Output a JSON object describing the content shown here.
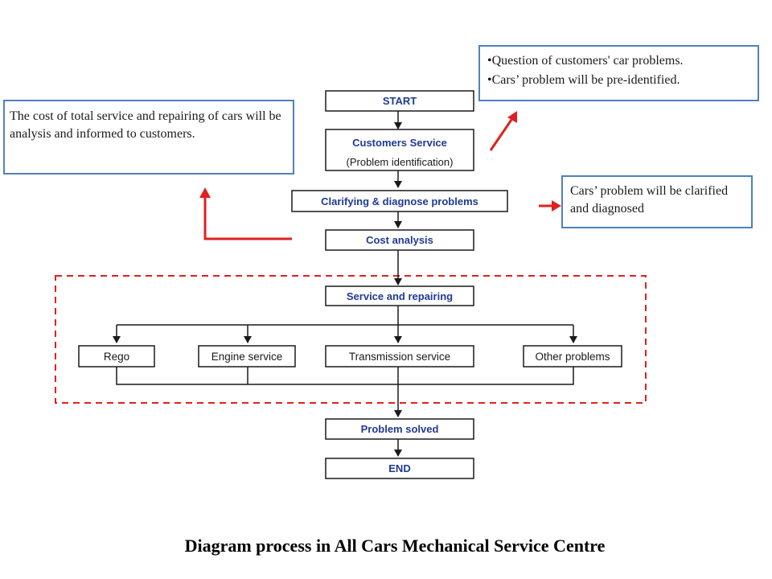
{
  "nodes": {
    "start": "START",
    "customers_service": "Customers Service",
    "customers_service_sub": "(Problem identification)",
    "clarifying": "Clarifying & diagnose problems",
    "cost_analysis": "Cost analysis",
    "service_repairing": "Service and repairing",
    "rego": "Rego",
    "engine_service": "Engine service",
    "transmission_service": "Transmission service",
    "other_problems": "Other problems",
    "problem_solved": "Problem solved",
    "end": "END"
  },
  "notes": {
    "customers": [
      "Question of customers' car problems.",
      "Cars’ problem will be pre-identified."
    ],
    "clarify": "Cars’ problem will be clarified and diagnosed",
    "cost": "The cost of total service and repairing of cars will be analysis and informed to customers."
  },
  "caption": "Diagram process in All Cars Mechanical Service Centre",
  "colors": {
    "node_border": "#1a1a1a",
    "node_text": "#1f3a93",
    "note_border": "#4f81bd",
    "accent_red": "#e02020"
  }
}
